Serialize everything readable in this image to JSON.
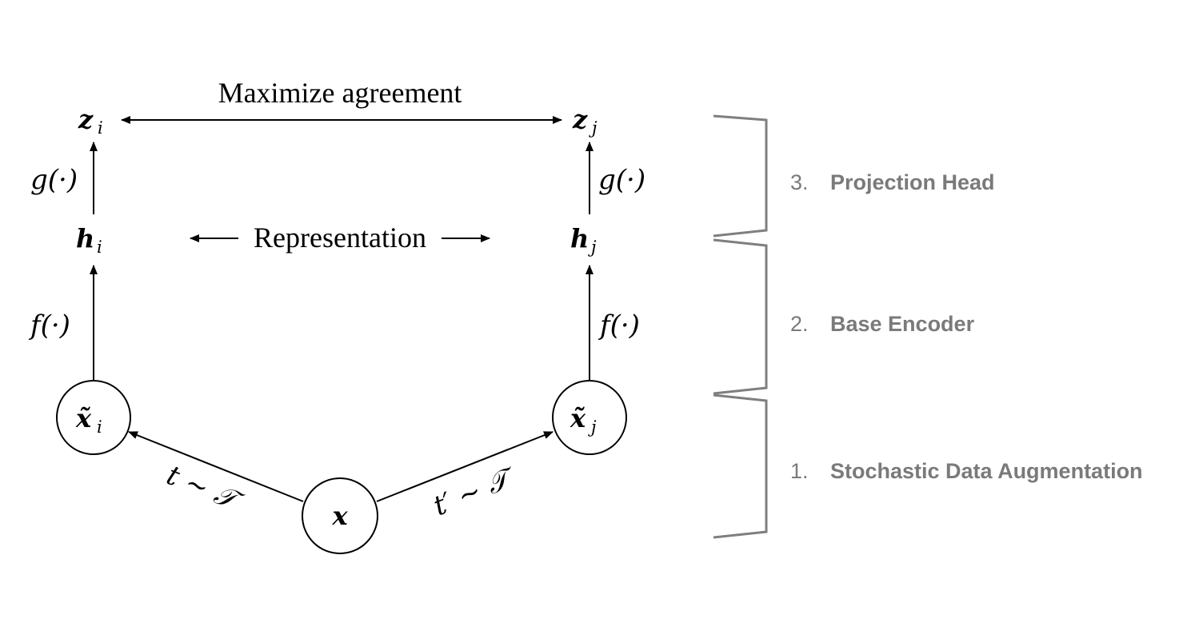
{
  "diagram": {
    "top_label": "Maximize agreement",
    "middle_label": "Representation",
    "nodes": {
      "x": "x",
      "x_tilde_i": "x̃",
      "x_tilde_i_sub": "i",
      "x_tilde_j": "x̃",
      "x_tilde_j_sub": "j",
      "h_i": "h",
      "h_i_sub": "i",
      "h_j": "h",
      "h_j_sub": "j",
      "z_i": "z",
      "z_i_sub": "i",
      "z_j": "z",
      "z_j_sub": "j"
    },
    "edges": {
      "left_augment": "t ∼ 𝒯",
      "right_augment": "t′ ∼ 𝒯",
      "left_encoder": "f(·)",
      "right_encoder": "f(·)",
      "left_projection": "g(·)",
      "right_projection": "g(·)"
    }
  },
  "stages": [
    {
      "number": "3.",
      "name": "Projection Head"
    },
    {
      "number": "2.",
      "name": "Base Encoder"
    },
    {
      "number": "1.",
      "name": "Stochastic Data Augmentation"
    }
  ],
  "colors": {
    "ink": "#000000",
    "stage_text": "#7a7a7a",
    "bracket": "#7f7f7f"
  }
}
